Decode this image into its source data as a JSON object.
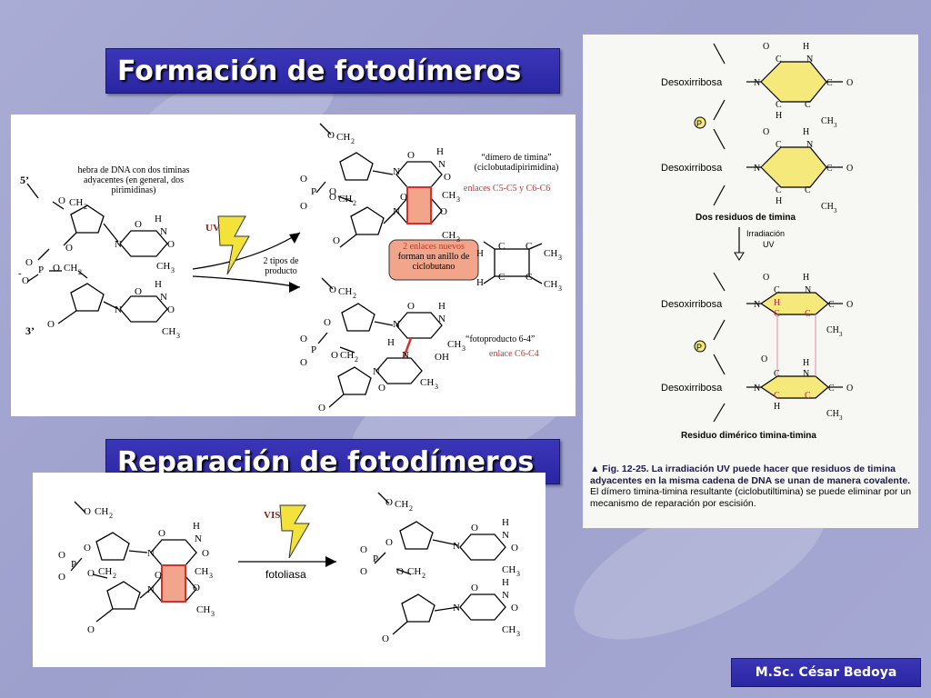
{
  "title_top": "Formación de fotodímeros",
  "title_bottom": "Reparación de fotodímeros",
  "footer": "M.Sc. César Bedoya",
  "colors": {
    "title_bg": "#2e2aa8",
    "ring_fill": "#f4e97a",
    "cyclobutane": "#f2a58a",
    "red_text": "#d2322a",
    "bolt": "#f2e23a"
  },
  "formation": {
    "strand_label": "hebra de DNA con dos timinas adyacentes (en general, dos pirimidinas)",
    "five_prime": "5’",
    "three_prime": "3’",
    "uv": "UV",
    "two_types": "2 tipos de producto",
    "dimer_name": "“dímero de timina” (ciclobutadipirimidina)",
    "dimer_bonds": "enlaces C5-C5 y C6-C6",
    "new_bonds_red": "2 enlaces nuevos",
    "new_bonds_rest": "forman un anillo de ciclobutano",
    "photoproduct_name": "“fotoproducto 6-4”",
    "photoproduct_bond": "enlace C6-C4"
  },
  "repair": {
    "vis": "VIS",
    "enzyme": "fotoliasa"
  },
  "figure": {
    "deoxyribose": "Desoxirribosa",
    "phosphate": "P",
    "two_residues": "Dos residuos de timina",
    "irradiation": "Irradiación",
    "uv": "UV",
    "dimeric_residue": "Residuo dimérico timina-timina",
    "caption_bold": "▲ Fig. 12-25. La irradiación UV puede hacer que residuos de timina adyacentes en la misma cadena de DNA se unan de manera covalente.",
    "caption_normal": "El dímero timina-timina resultante (ciclobutiltimina) se puede eliminar por un mecanismo de reparación por escisión."
  }
}
